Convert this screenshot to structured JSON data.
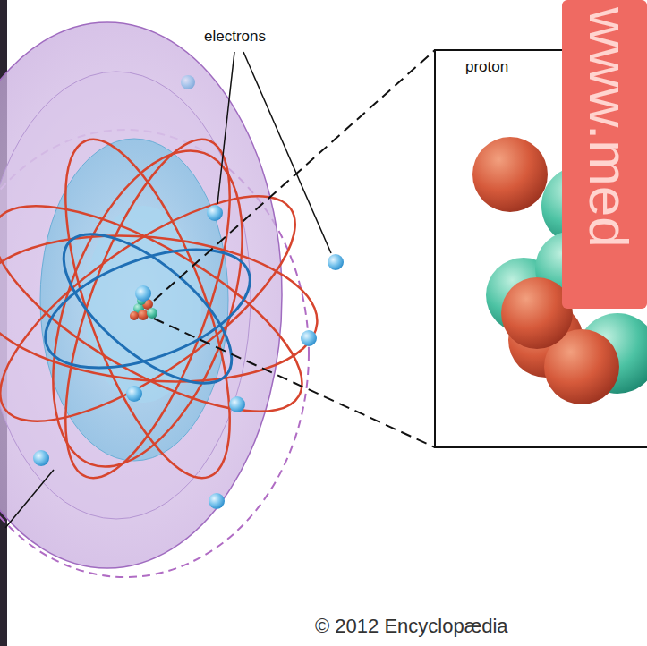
{
  "diagram": {
    "labels": [
      "electrons",
      "proton",
      "www.med",
      "© 2012 Encyclopædia"
    ]
  }
}
